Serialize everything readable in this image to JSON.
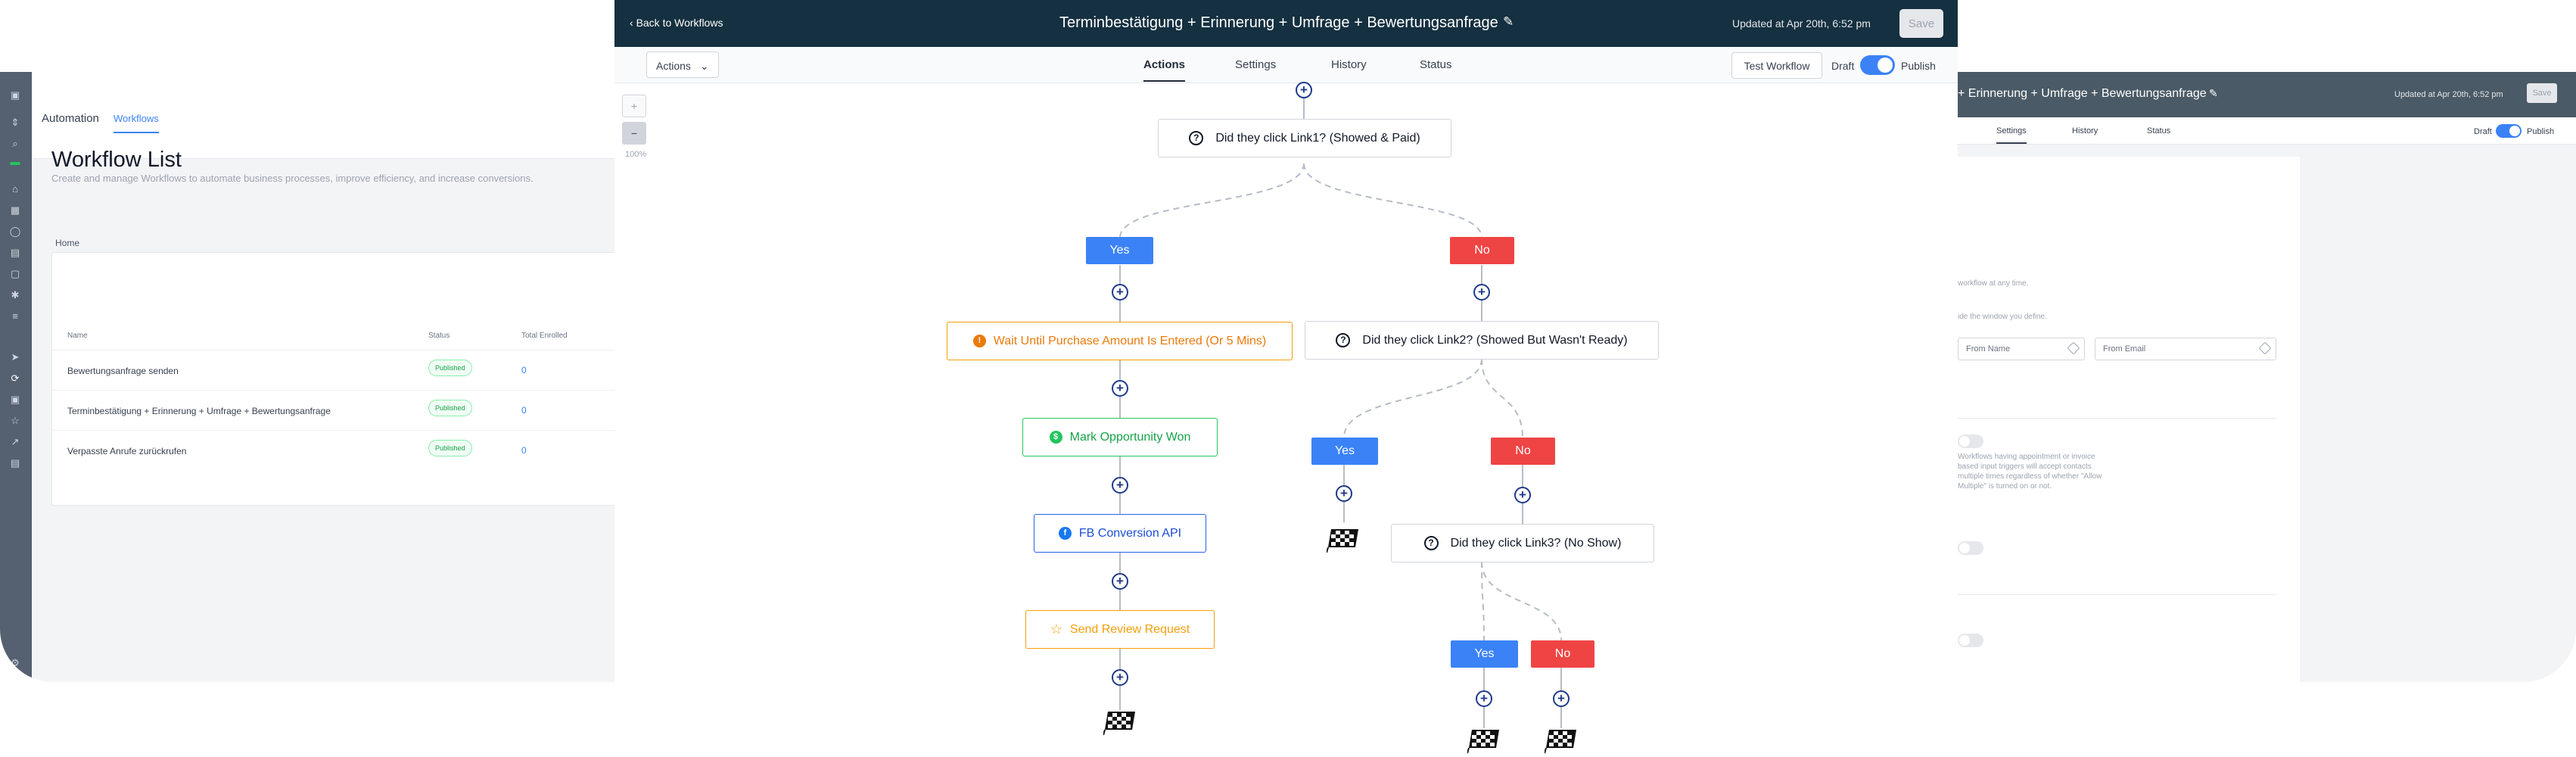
{
  "left_panel": {
    "tabs": {
      "automation": "Automation",
      "workflows": "Workflows"
    },
    "title": "Workflow List",
    "subtitle": "Create and manage Workflows to automate business processes, improve efficiency, and increase conversions.",
    "breadcrumb": "Home",
    "columns": {
      "name": "Name",
      "status": "Status",
      "enrolled": "Total Enrolled"
    },
    "rows": [
      {
        "name": "Bewertungsanfrage senden",
        "status": "Published",
        "enrolled": "0"
      },
      {
        "name": "Terminbestätigung + Erinnerung + Umfrage + Bewertungsanfrage",
        "status": "Published",
        "enrolled": "0"
      },
      {
        "name": "Verpasste Anrufe zurückrufen",
        "status": "Published",
        "enrolled": "0"
      }
    ]
  },
  "builder": {
    "back_label": "Back to Workflows",
    "title": "Terminbestätigung + Erinnerung + Umfrage + Bewertungsanfrage",
    "edit_glyph": "✎",
    "updated": "Updated at Apr 20th, 6:52 pm",
    "save_label": "Save",
    "actions_label": "Actions",
    "tabs": [
      "Actions",
      "Settings",
      "History",
      "Status"
    ],
    "test_label": "Test Workflow",
    "draft_label": "Draft",
    "publish_label": "Publish",
    "zoom": {
      "plus": "+",
      "minus": "−",
      "level": "100%"
    },
    "nodes": {
      "q1": "Did they click Link1? (Showed & Paid)",
      "q2": "Did they click Link2? (Showed But Wasn't Ready)",
      "q3": "Did they click Link3? (No Show)",
      "wait": "Wait Until Purchase Amount Is Entered (Or 5 Mins)",
      "won": "Mark Opportunity Won",
      "fb": "FB Conversion API",
      "review": "Send Review Request"
    },
    "icons": {
      "question": "?",
      "wait": "!",
      "won": "$",
      "fb": "f",
      "review": "☆"
    },
    "yes_label": "Yes",
    "no_label": "No",
    "plus_glyph": "+"
  },
  "right_panel": {
    "title": "+ Erinnerung + Umfrage + Bewertungsanfrage",
    "edit_glyph": "✎",
    "updated": "Updated at Apr 20th, 6:52 pm",
    "save_label": "Save",
    "tabs": [
      "Settings",
      "History",
      "Status"
    ],
    "draft_label": "Draft",
    "publish_label": "Publish",
    "text1": "workflow at any time.",
    "text2": "ide the window you define.",
    "from_name": "From Name",
    "from_email": "From Email",
    "note": [
      "Workflows having appointment or invoice",
      "based input triggers will accept contacts",
      "multiple times regardless of whether \"Allow",
      "Multiple\" is turned on or not."
    ]
  },
  "colors": {
    "header": "#153040",
    "accent": "#3b82f6",
    "yes": "#3b82f6",
    "no": "#ef4444",
    "wait": "#ea7a0b",
    "won": "#16a34a",
    "fb": "#1d4ed8",
    "review": "#f59e0b"
  }
}
